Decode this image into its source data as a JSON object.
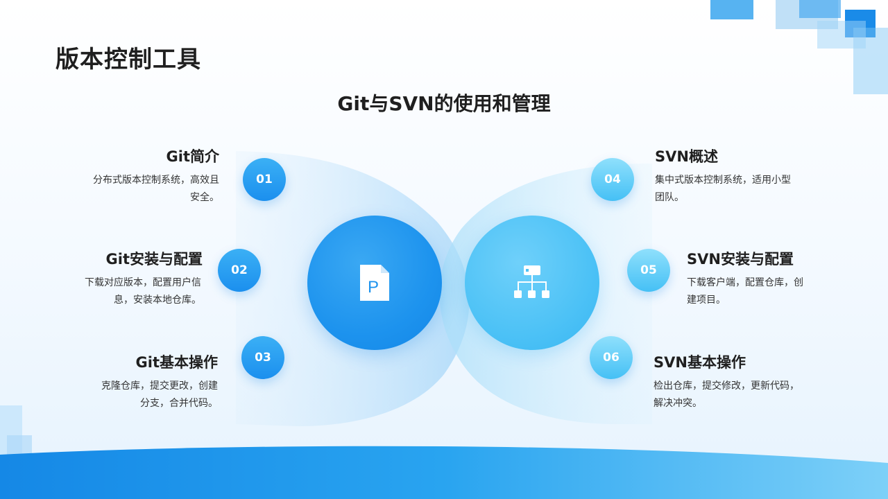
{
  "page_title": "版本控制工具",
  "subtitle": "Git与SVN的使用和管理",
  "left_items": [
    {
      "number": "01",
      "title": "Git简介",
      "desc_lines": [
        "分布式版本控制系统，高效且",
        "安全。"
      ]
    },
    {
      "number": "02",
      "title": "Git安装与配置",
      "desc_lines": [
        "下载对应版本，配置用户信",
        "息，安装本地仓库。"
      ]
    },
    {
      "number": "03",
      "title": "Git基本操作",
      "desc_lines": [
        "克隆仓库，提交更改，创建",
        "分支，合并代码。"
      ]
    }
  ],
  "right_items": [
    {
      "number": "04",
      "title": "SVN概述",
      "desc_lines": [
        "集中式版本控制系统，适用小型",
        "团队。"
      ]
    },
    {
      "number": "05",
      "title": "SVN安装与配置",
      "desc_lines": [
        "下载客户端，配置仓库，创",
        "建项目。"
      ]
    },
    {
      "number": "06",
      "title": "SVN基本操作",
      "desc_lines": [
        "检出仓库，提交修改，更新代码，",
        "解决冲突。"
      ]
    }
  ],
  "center_icons": {
    "left": "document-p-icon",
    "right": "hierarchy-icon",
    "left_glyph": "P"
  },
  "colors": {
    "primary": "#1d93ee",
    "secondary": "#4dc2f6",
    "text": "#1f1f1f"
  }
}
